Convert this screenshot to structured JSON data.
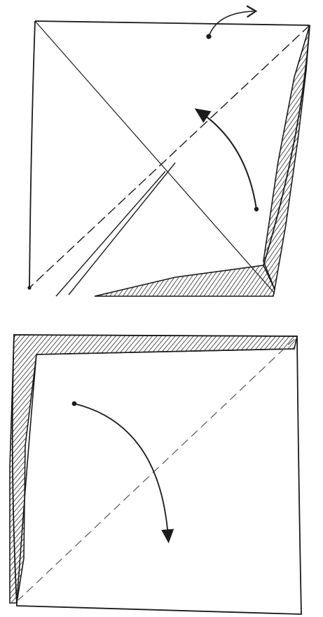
{
  "colors": {
    "ink": "#1b1b1b",
    "paper": "#ffffff",
    "hatch": "#2a2a2a",
    "crease": "#555555"
  },
  "diagram": {
    "steps": [
      {
        "step": "fold-corner-up",
        "arrow": "curved-arrow-up-left",
        "crease": "dashed-diagonal",
        "shading": "hatched-back-flap"
      },
      {
        "step": "fold-in-half",
        "arrow": "curved-arrow-down",
        "crease": "dashed-diagonal",
        "shading": "hatched-border"
      }
    ]
  }
}
